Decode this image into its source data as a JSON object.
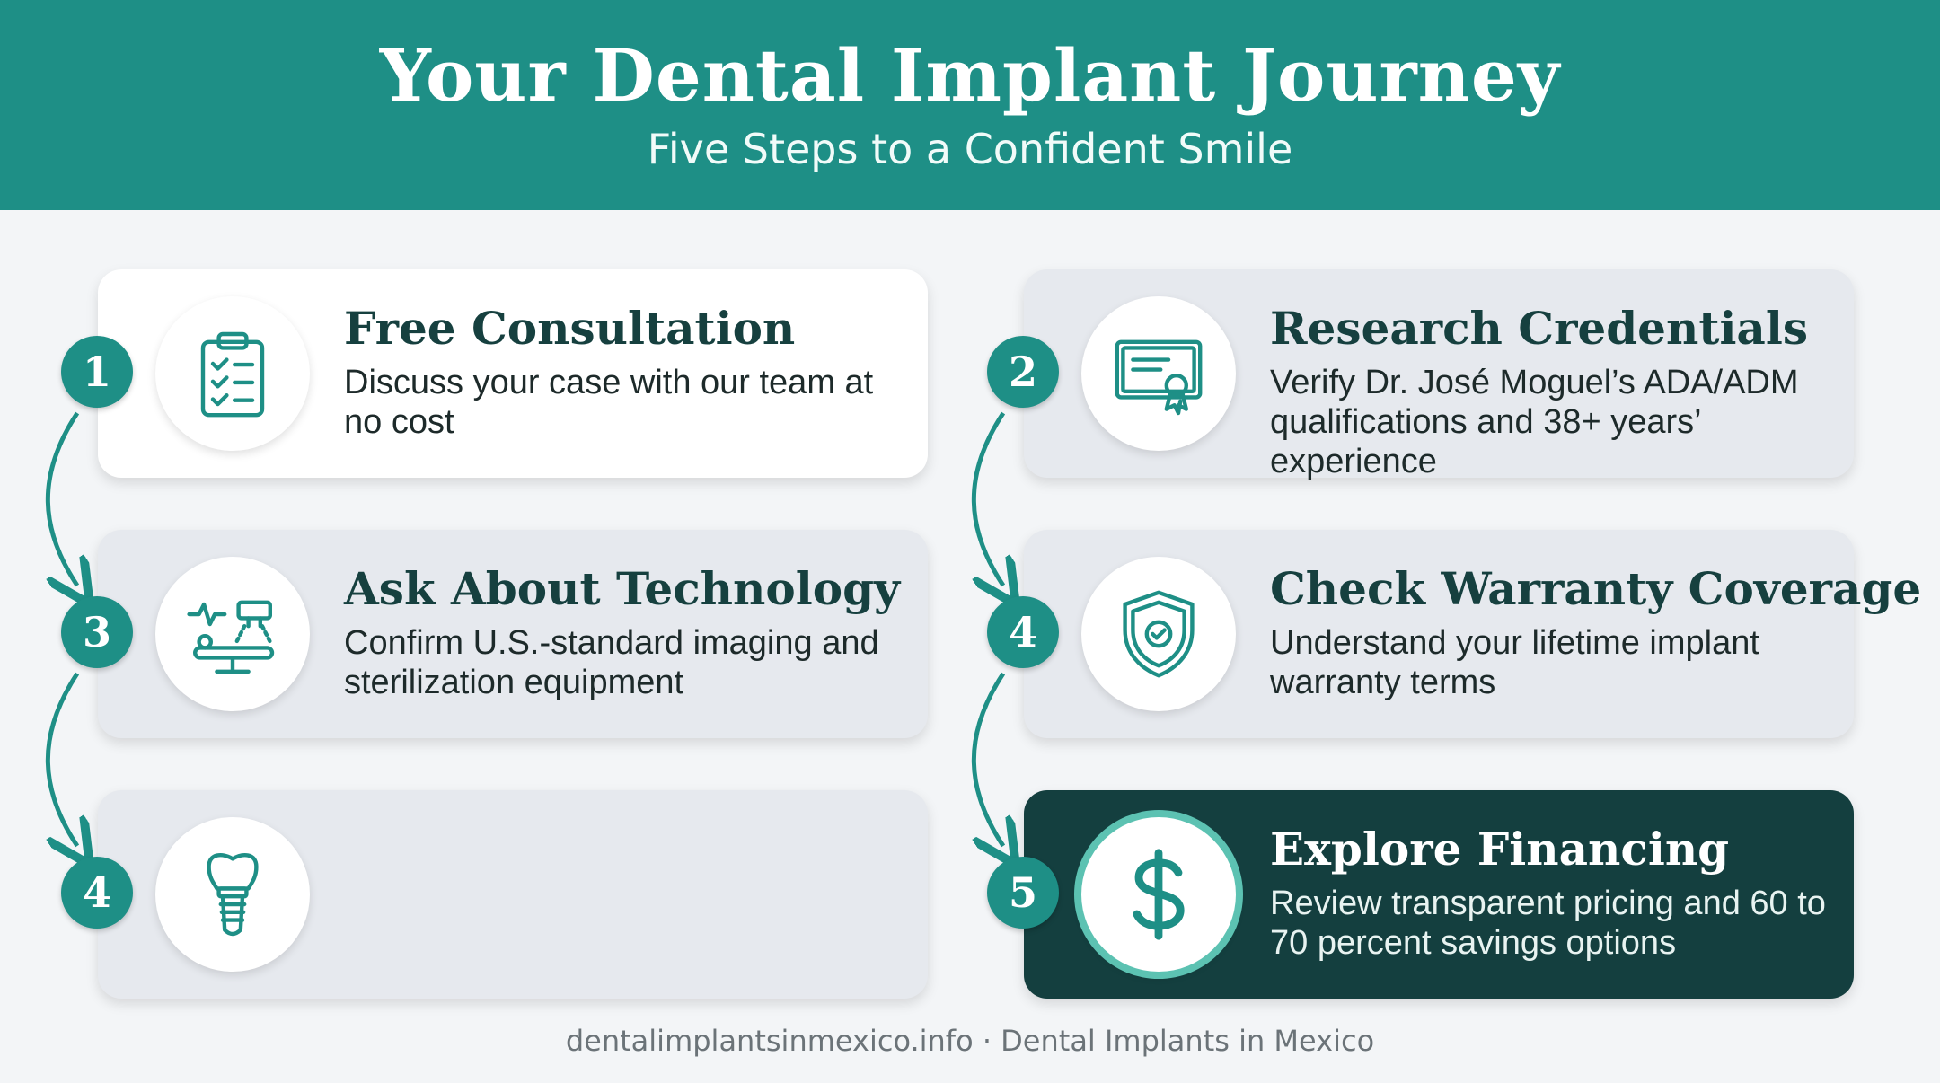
{
  "header": {
    "title": "Your Dental Implant Journey",
    "subtitle": "Five Steps to a Confident Smile"
  },
  "colors": {
    "accent": "#1e8f86",
    "dark_card": "#143f3f",
    "card_bg": "#e6e9ee",
    "text_dark": "#16403f"
  },
  "steps": [
    {
      "number": "1",
      "title": "Free Consultation",
      "description": "Discuss your case with our team at no cost",
      "icon": "clipboard-checklist-icon"
    },
    {
      "number": "2",
      "title": "Research Credentials",
      "description": "Verify Dr. José Moguel’s ADA/ADM qualifications and 38+ years’ experience",
      "icon": "certificate-icon"
    },
    {
      "number": "3",
      "title": "Ask About Technology",
      "description": "Confirm U.S.-standard imaging and sterilization equipment",
      "icon": "imaging-equipment-icon"
    },
    {
      "number": "4",
      "title": "Check Warranty Coverage",
      "description": "Understand your lifetime implant warranty terms",
      "icon": "shield-check-icon"
    },
    {
      "number": "4",
      "title": "",
      "description": "",
      "icon": "dental-implant-icon"
    },
    {
      "number": "5",
      "title": "Explore Financing",
      "description": "Review transparent pricing and 60 to 70 percent savings options",
      "icon": "dollar-icon"
    }
  ],
  "footer": {
    "text": "dentalimplantsinmexico.info · Dental Implants in Mexico"
  }
}
